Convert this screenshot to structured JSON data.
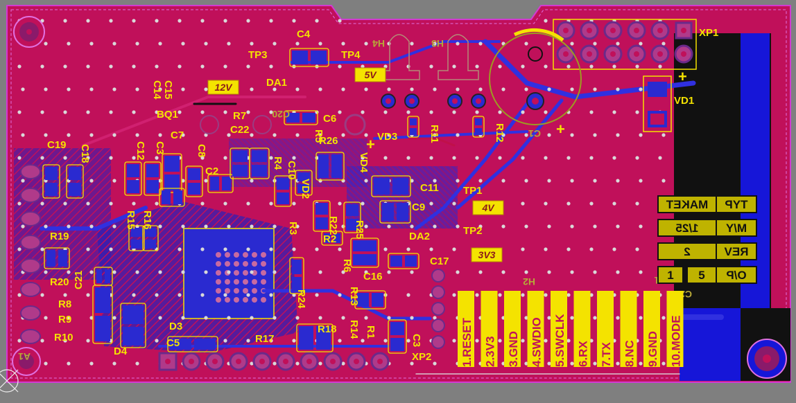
{
  "colors": {
    "background": "#7f7f7f",
    "board_top_copper": "#c0105a",
    "bottom_copper": "#1616d8",
    "silkscreen": "#f4e300",
    "outline": "#d23ad2",
    "pad": "#b03a8a",
    "via_dot": "#d9d9d9"
  },
  "designators": {
    "C4": "C4",
    "TP3": "TP3",
    "TP4": "TP4",
    "H4": "H4",
    "H3": "H3",
    "XP1": "XP1",
    "DA1": "DA1",
    "C15": "C15",
    "C14": "C14",
    "BQ1": "BQ1",
    "R7": "R7",
    "C20": "C20",
    "C6": "C6",
    "VD1": "VD1",
    "R11": "R11",
    "R12": "R12",
    "C1": "C1",
    "C7": "C7",
    "C22": "C22",
    "R5": "R5",
    "R26": "R26",
    "VD3": "VD3",
    "C19": "C19",
    "C18": "C18",
    "C12": "C12",
    "C3a": "C3",
    "C8": "C8",
    "R4": "R4",
    "C10": "C10",
    "VD4": "VD4",
    "C2": "C2",
    "VD2": "VD2",
    "C11": "C11",
    "TP1": "TP1",
    "R15": "R15",
    "R16": "R16",
    "R3": "R3",
    "R22": "R22",
    "R25": "R25",
    "C9": "C9",
    "TP2": "TP2",
    "R2": "R2",
    "DA2": "DA2",
    "R19": "R19",
    "R6": "R6",
    "C17": "C17",
    "R20": "R20",
    "C21": "C21",
    "C16": "C16",
    "R24": "R24",
    "R13": "R13",
    "H2": "H2",
    "XS1": "XS1",
    "C23": "C23",
    "R8": "R8",
    "R9": "R9",
    "R14": "R14",
    "R10": "R10",
    "D3": "D3",
    "R18": "R18",
    "R1": "R1",
    "C5": "C5",
    "R17": "R17",
    "C3b": "C3",
    "D4": "D4",
    "XP2": "XP2",
    "A1": "A1"
  },
  "voltage_labels": [
    "12V",
    "5V",
    "4V",
    "3V3"
  ],
  "polarity_marks": [
    "+",
    "+",
    "+"
  ],
  "connector_pins": [
    "1.RESET",
    "2.3V3",
    "3.GND",
    "4.SWDIO",
    "5.SWCLK",
    "6.RX",
    "7.TX",
    "8.NC",
    "9.GND",
    "10.MODE"
  ],
  "title_block": [
    {
      "right": "TYP",
      "left": "MAKET"
    },
    {
      "right": "M/Y",
      "left": "1/25"
    },
    {
      "right": "REV",
      "left": "2"
    },
    {
      "right": "O/P",
      "mid": "5",
      "left": "1"
    }
  ]
}
